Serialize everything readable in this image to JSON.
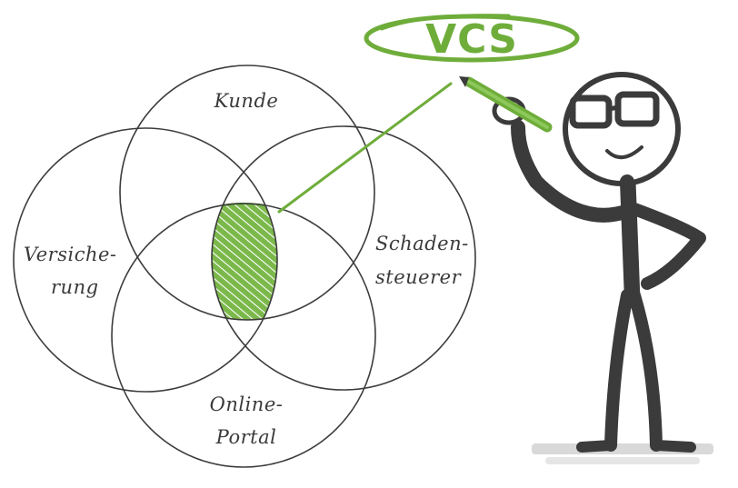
{
  "title": "VCS",
  "venn": {
    "top": "Kunde",
    "left": [
      "Versiche-",
      "rung"
    ],
    "right": [
      "Schaden-",
      "steuerer"
    ],
    "bottom": [
      "Online-",
      "Portal"
    ]
  },
  "colors": {
    "accent": "#6fad3b",
    "ink": "#3b3b3b",
    "background": "#ffffff"
  }
}
